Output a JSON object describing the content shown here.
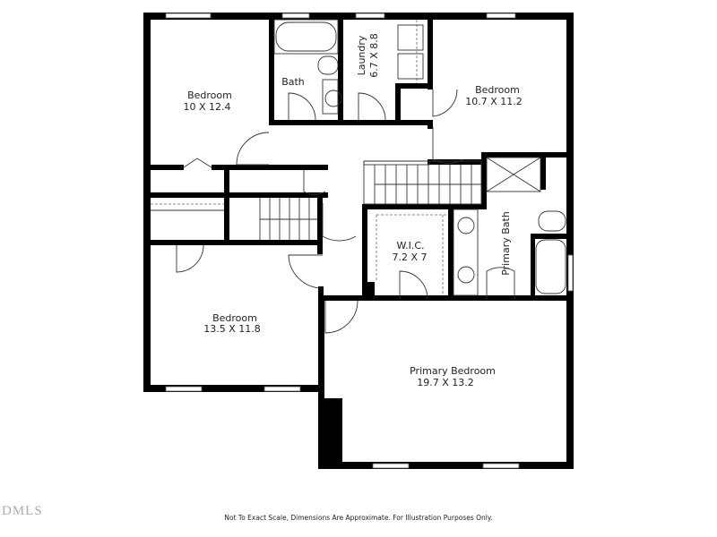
{
  "plan": {
    "rooms": [
      {
        "name": "Bedroom",
        "dims": "10 X 12.4"
      },
      {
        "name": "Bath",
        "dims": ""
      },
      {
        "name": "Laundry",
        "dims": "6.7 X 8.8"
      },
      {
        "name": "Bedroom",
        "dims": "10.7 X 11.2"
      },
      {
        "name": "W.I.C.",
        "dims": "7.2 X 7"
      },
      {
        "name": "Primary Bath",
        "dims": ""
      },
      {
        "name": "Bedroom",
        "dims": "13.5 X 11.8"
      },
      {
        "name": "Primary Bedroom",
        "dims": "19.7 X 13.2"
      }
    ]
  },
  "footer": {
    "watermark": "DMLS",
    "disclaimer": "Not To Exact Scale, Dimensions Are Approximate. For Illustration Purposes Only."
  }
}
